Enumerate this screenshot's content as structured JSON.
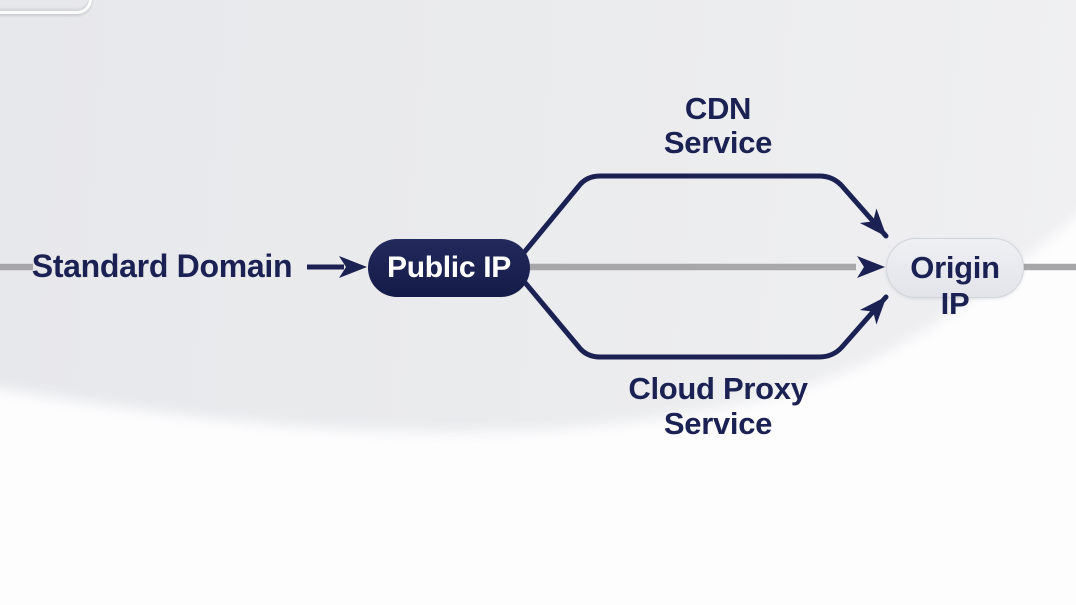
{
  "diagram": {
    "nodes": {
      "standard_domain": {
        "label": "Standard Domain"
      },
      "public_ip": {
        "label": "Public IP"
      },
      "origin_ip": {
        "line1": "Origin",
        "line2": "IP"
      },
      "cdn_service": {
        "line1": "CDN",
        "line2": "Service"
      },
      "cloud_proxy": {
        "line1": "Cloud Proxy",
        "line2": "Service"
      }
    },
    "edges": [
      {
        "from": "standard_domain",
        "to": "public_ip",
        "style": "navy-arrow"
      },
      {
        "from": "public_ip",
        "to": "origin_ip",
        "via": "cdn_service",
        "style": "navy-curved-arrow"
      },
      {
        "from": "public_ip",
        "to": "origin_ip",
        "via": "direct",
        "style": "gray-line-navy-arrow"
      },
      {
        "from": "public_ip",
        "to": "origin_ip",
        "via": "cloud_proxy",
        "style": "navy-curved-arrow"
      }
    ],
    "colors": {
      "navy": "#1b2153",
      "public_ip_fill": "#1a2050",
      "origin_ip_fill": "#e9ebf0",
      "gray_line": "#a7a7a9",
      "background_gray": "#eaebed",
      "background_white": "#fdfdfe"
    }
  }
}
